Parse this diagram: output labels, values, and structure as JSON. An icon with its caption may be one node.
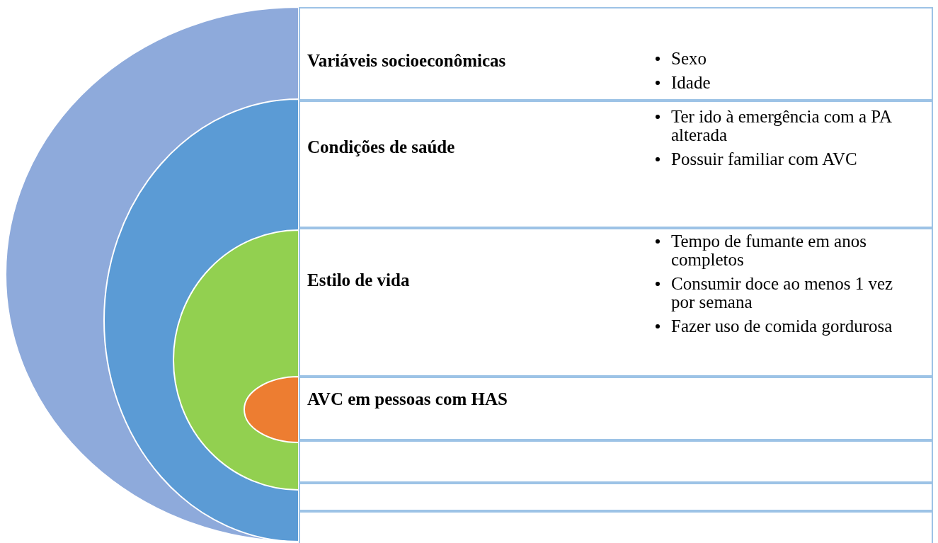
{
  "diagram": {
    "nodes": [
      {
        "text": [
          "Variáveis socioeconômicas",
          "Sexo",
          "Idade"
        ]
      },
      {
        "text": [
          "Condições de saúde",
          "Ter ido à emergência com a PA alterada",
          "Possuir familiar com AVC"
        ]
      },
      {
        "text": [
          "Estilo de vida",
          "Tempo de fumante em anos completos",
          "Consumir doce ao menos 1 vez por semana",
          "Fazer uso de comida gordurosa"
        ]
      },
      {
        "text": [
          "AVC em pessoas com HAS"
        ]
      }
    ]
  }
}
